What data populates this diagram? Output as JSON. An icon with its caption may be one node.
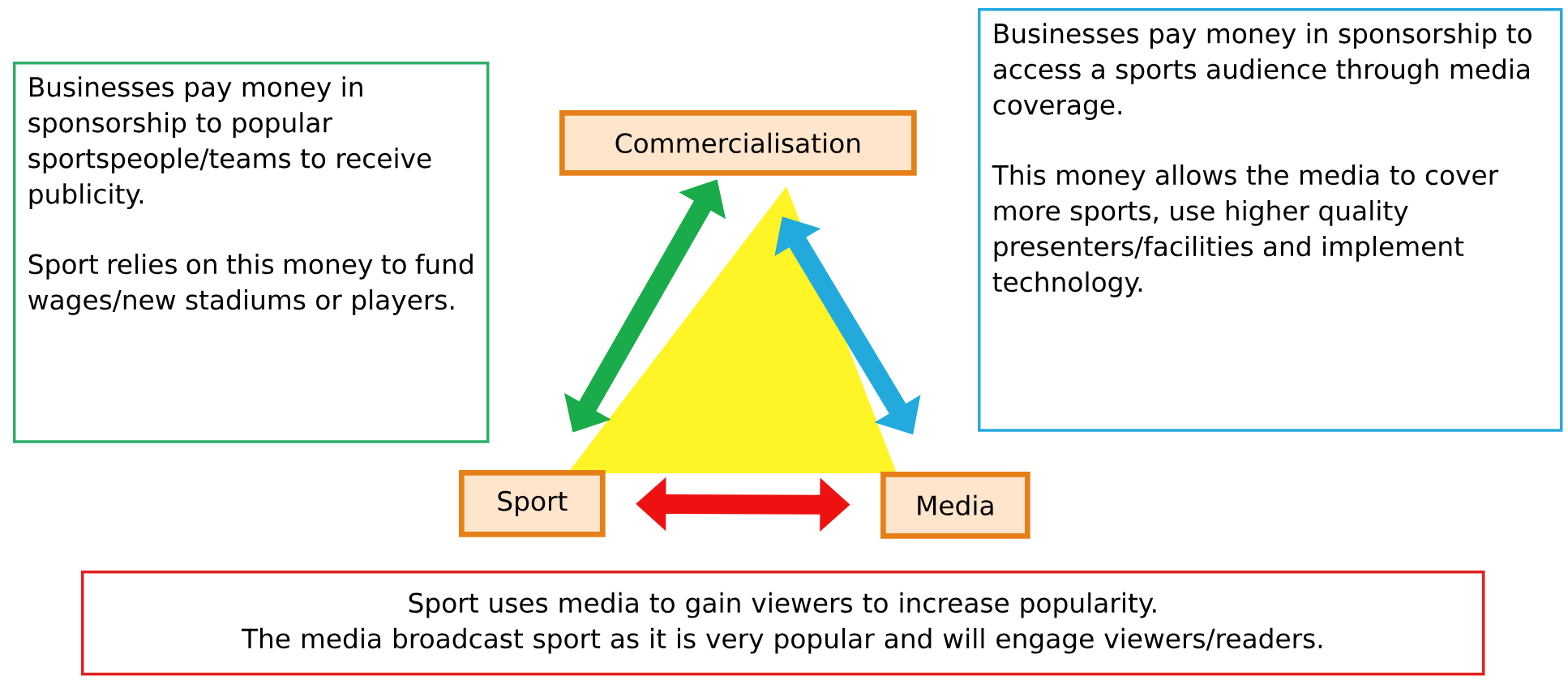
{
  "diagram": {
    "nodes": [
      {
        "text": [
          "Commercialisation"
        ]
      },
      {
        "text": [
          "Sport"
        ]
      },
      {
        "text": [
          "Media"
        ]
      },
      {
        "text": [
          "Businesses pay money in sponsorship to popular sportspeople/teams to receive publicity.",
          "Sport relies on this money to fund wages/new stadiums or players."
        ]
      },
      {
        "text": [
          "Businesses pay money in sponsorship to access a sports audience through media coverage.",
          "This money allows the media to cover more sports, use higher quality presenters/facilities and implement technology."
        ]
      },
      {
        "text": [
          "Sport uses media to gain viewers to increase popularity.",
          "The media broadcast sport as it is very popular and will engage viewers/readers."
        ]
      }
    ],
    "edges": [
      {
        "from": 1,
        "to": 0,
        "arrow": "both",
        "color": "#1aab4a"
      },
      {
        "from": 0,
        "to": 2,
        "arrow": "both",
        "color": "#22aadd"
      },
      {
        "from": 1,
        "to": 2,
        "arrow": "both",
        "color": "#ee1111"
      }
    ]
  }
}
